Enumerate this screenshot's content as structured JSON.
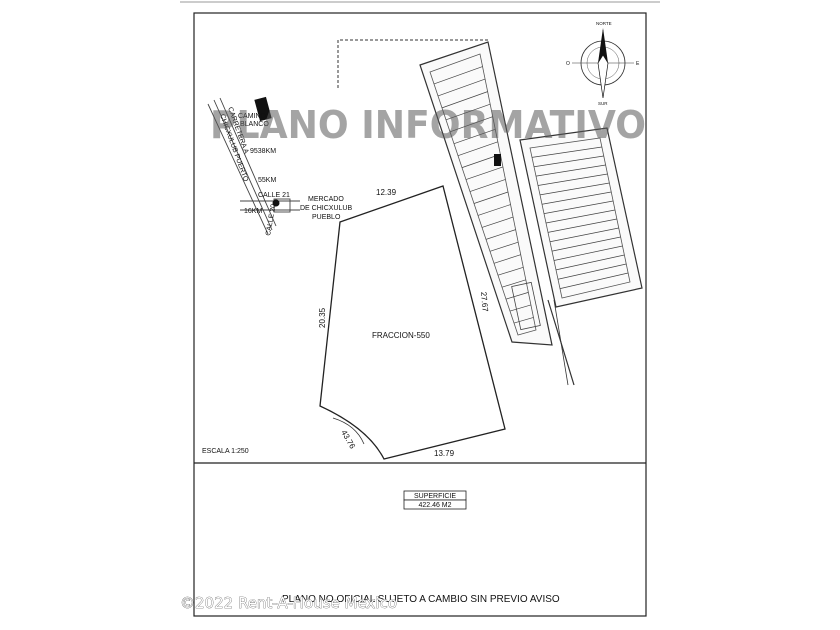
{
  "watermark": "PLANO INFORMATIVO",
  "scale": "ESCALA 1:250",
  "lot": {
    "name": "FRACCION-550",
    "side_top": "12.39",
    "side_left": "20.35",
    "side_right": "27.67",
    "side_bottom": "13.79",
    "side_arc": "43.76"
  },
  "location_labels": {
    "road_a": "CARRETERA A",
    "road_b": "CHICXULUB PUERTO",
    "camino": "CAMINO",
    "blanco": "BLANCO",
    "dist_1": "9538KM",
    "dist_2": "55KM",
    "dist_3": "16KM",
    "calle_21": "CALLE 21",
    "calle_20": "CALLE 20",
    "mercado_1": "MERCADO",
    "mercado_2": "DE CHICXULUB",
    "mercado_3": "PUEBLO"
  },
  "compass": {
    "north": "NORTE",
    "south": "SUR",
    "east": "E",
    "west": "O"
  },
  "surface": {
    "label": "SUPERFICIE",
    "value": "422.46 M2"
  },
  "footer_note": "PLANO NO OFICIAL SUJETO A CAMBIO SIN PREVIO AVISO",
  "copyright": "©2022 Rent-A-House Mexico"
}
